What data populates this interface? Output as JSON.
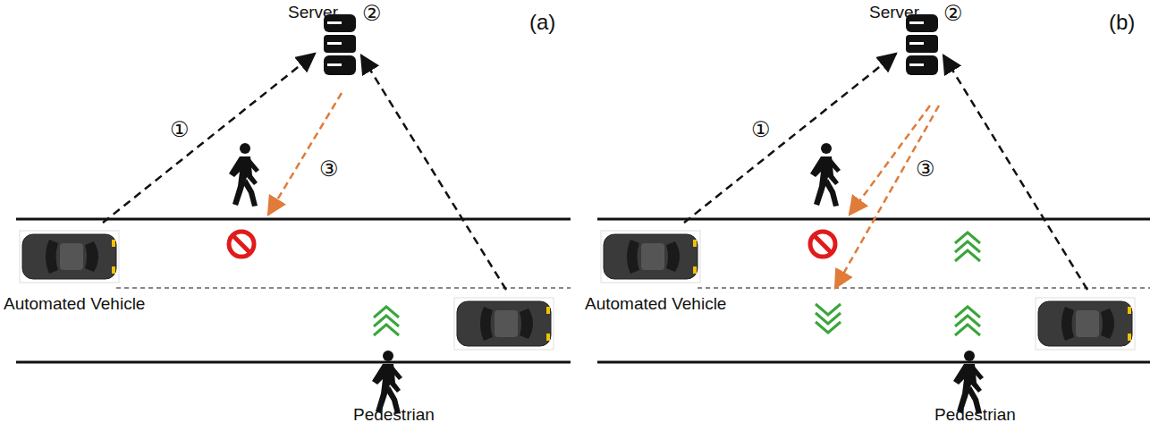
{
  "diagram": {
    "labels": [
      "Server",
      "②",
      "(a)",
      "①",
      "③",
      "Automated Vehicle",
      "Pedestrian",
      "Server",
      "②",
      "(b)",
      "①",
      "③",
      "Automated Vehicle",
      "Pedestrian"
    ]
  }
}
